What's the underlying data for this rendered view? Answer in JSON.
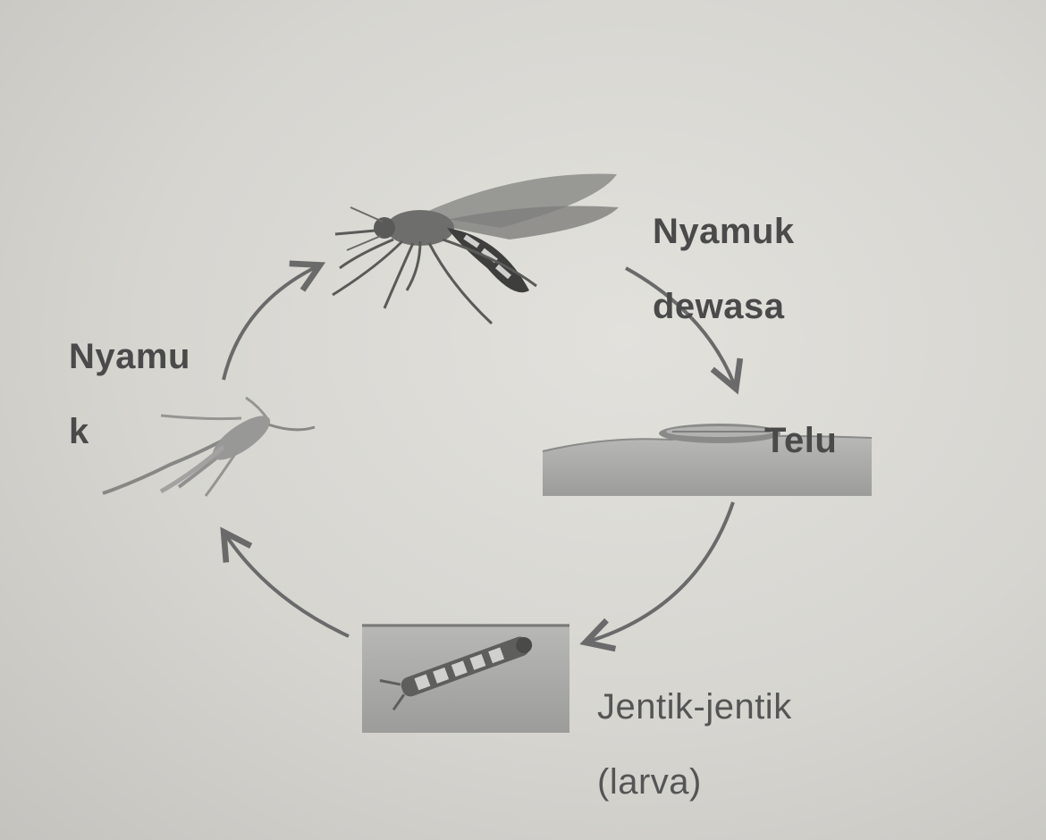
{
  "labels": {
    "adult_line1": "Nyamuk",
    "adult_line2": "dewasa",
    "egg": "Telu",
    "larva_line1": "Jentik-jentik",
    "larva_line2": "(larva)",
    "pupa_line1": "Nyamu",
    "pupa_line2": "k"
  },
  "colors": {
    "arrow": "#6a6a6a",
    "ink": "#4a4a4a",
    "water": "#a8a8a6"
  }
}
